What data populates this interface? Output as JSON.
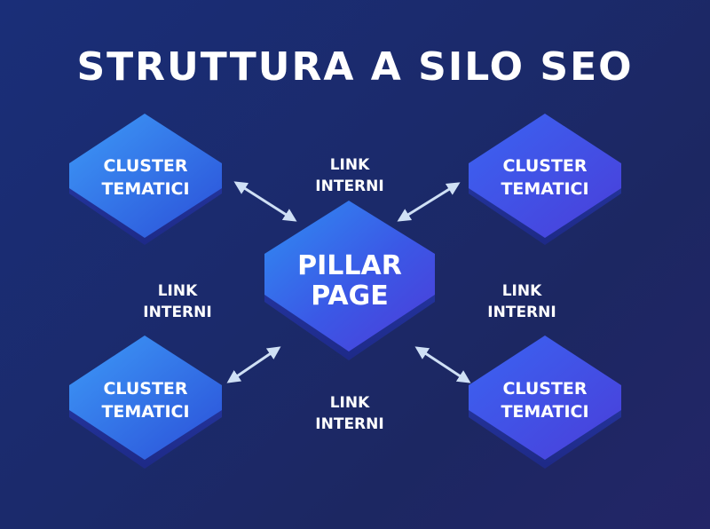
{
  "title": "STRUTTURA A SILO SEO",
  "nodes": {
    "pillar": {
      "line1": "PILLAR",
      "line2": "PAGE"
    },
    "cluster_top_left": {
      "line1": "CLUSTER",
      "line2": "TEMATICI"
    },
    "cluster_top_right": {
      "line1": "CLUSTER",
      "line2": "TEMATICI"
    },
    "cluster_bottom_left": {
      "line1": "CLUSTER",
      "line2": "TEMATICI"
    },
    "cluster_bottom_right": {
      "line1": "CLUSTER",
      "line2": "TEMATICI"
    }
  },
  "links": {
    "top": {
      "line1": "LINK",
      "line2": "INTERNI"
    },
    "left": {
      "line1": "LINK",
      "line2": "INTERNI"
    },
    "right": {
      "line1": "LINK",
      "line2": "INTERNI"
    },
    "bottom": {
      "line1": "LINK",
      "line2": "INTERNI"
    }
  },
  "colors": {
    "background": "#1b2a6b",
    "cluster_top": "#3d8bf5",
    "cluster_bottom": "#2a4fd6",
    "pillar_top": "#3b78f0",
    "pillar_bottom": "#4a3fd8",
    "arrow": "#cfe0f5"
  }
}
